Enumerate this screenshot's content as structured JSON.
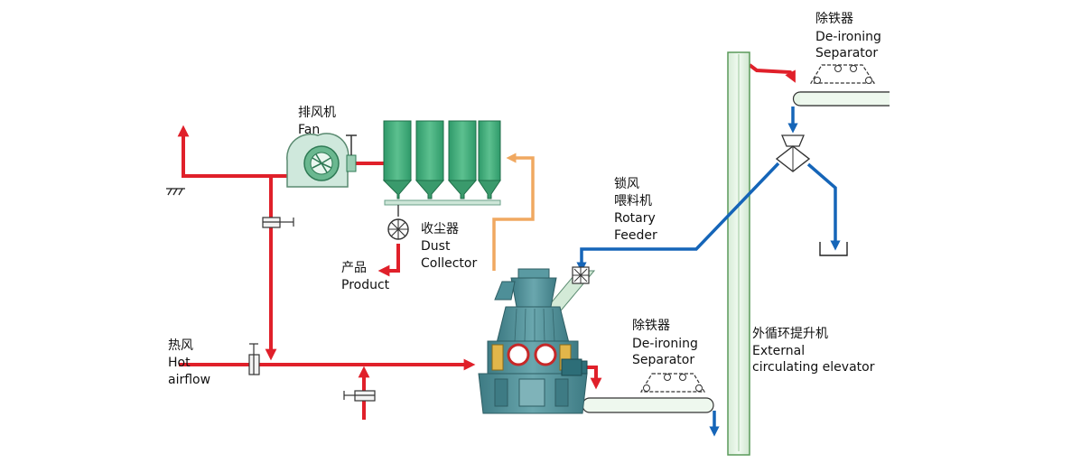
{
  "labels": {
    "fan": {
      "zh": "排风机",
      "en": "Fan"
    },
    "dust_collector": {
      "zh": "收尘器",
      "en1": "Dust",
      "en2": "Collector"
    },
    "product": {
      "zh": "产品",
      "en": "Product"
    },
    "hot_airflow": {
      "zh": "热风",
      "en1": "Hot",
      "en2": "airflow"
    },
    "rotary_feeder": {
      "zh1": "锁风",
      "zh2": "喂料机",
      "en1": "Rotary",
      "en2": "Feeder"
    },
    "deironing_top": {
      "zh": "除铁器",
      "en1": "De-ironing",
      "en2": "Separator"
    },
    "deironing_bottom": {
      "zh": "除铁器",
      "en1": "De-ironing",
      "en2": "Separator"
    },
    "elevator": {
      "zh": "外循环提升机",
      "en1": "External",
      "en2": "circulating elevator"
    }
  },
  "colors": {
    "hot_air_line": "#e0202a",
    "material_line": "#1565b8",
    "return_line": "#f0a860",
    "equipment_green": "#3aa576",
    "elevator_fill": "#e4f3e4",
    "elevator_stroke": "#5a9a5a",
    "mill_teal": "#4a8a92"
  }
}
